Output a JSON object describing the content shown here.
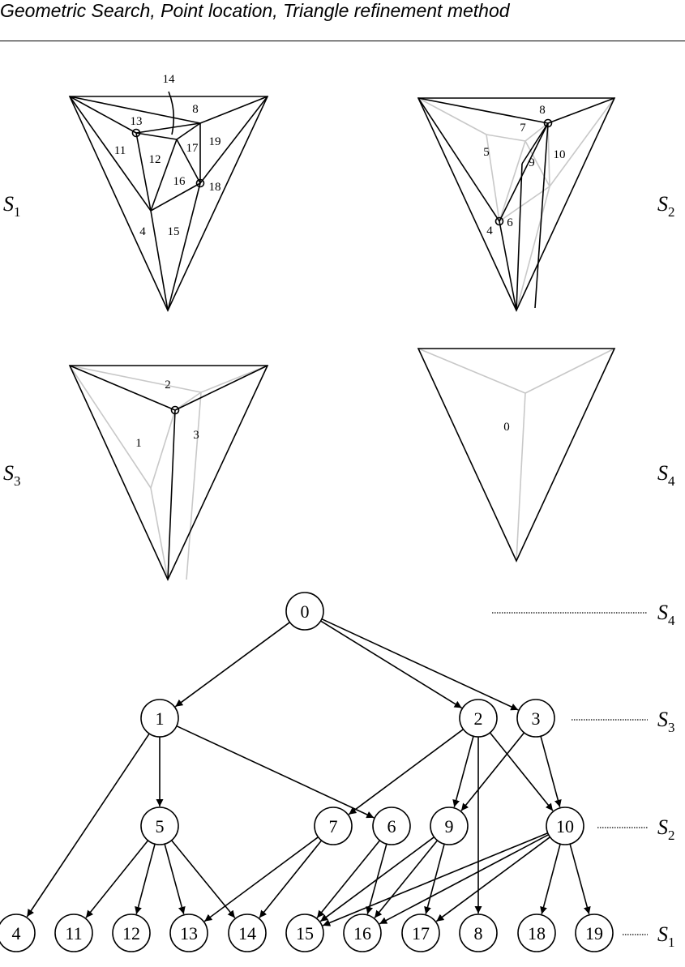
{
  "header": {
    "title": "Geometric Search, Point location, Triangle refinement method"
  },
  "panels": [
    {
      "id": "s1",
      "label_letter": "S",
      "label_sub": "1",
      "region_labels": [
        "14",
        "8",
        "13",
        "11",
        "12",
        "17",
        "19",
        "16",
        "18",
        "4",
        "15"
      ]
    },
    {
      "id": "s2",
      "label_letter": "S",
      "label_sub": "2",
      "region_labels": [
        "8",
        "7",
        "5",
        "9",
        "10",
        "4",
        "6"
      ]
    },
    {
      "id": "s3",
      "label_letter": "S",
      "label_sub": "3",
      "region_labels": [
        "2",
        "1",
        "3"
      ]
    },
    {
      "id": "s4",
      "label_letter": "S",
      "label_sub": "4",
      "region_labels": [
        "0"
      ]
    }
  ],
  "tree": {
    "levels": [
      {
        "letter": "S",
        "sub": "4",
        "nodes": [
          "0"
        ]
      },
      {
        "letter": "S",
        "sub": "3",
        "nodes": [
          "1",
          "2",
          "3"
        ]
      },
      {
        "letter": "S",
        "sub": "2",
        "nodes": [
          "5",
          "7",
          "6",
          "9",
          "10"
        ]
      },
      {
        "letter": "S",
        "sub": "1",
        "nodes": [
          "4",
          "11",
          "12",
          "13",
          "14",
          "15",
          "16",
          "17",
          "8",
          "18",
          "19"
        ]
      }
    ],
    "edges": [
      [
        "0",
        "1"
      ],
      [
        "0",
        "2"
      ],
      [
        "0",
        "3"
      ],
      [
        "1",
        "4"
      ],
      [
        "1",
        "5"
      ],
      [
        "1",
        "6"
      ],
      [
        "2",
        "7"
      ],
      [
        "2",
        "9"
      ],
      [
        "2",
        "8"
      ],
      [
        "2",
        "10"
      ],
      [
        "3",
        "9"
      ],
      [
        "3",
        "10"
      ],
      [
        "5",
        "11"
      ],
      [
        "5",
        "12"
      ],
      [
        "5",
        "13"
      ],
      [
        "5",
        "14"
      ],
      [
        "7",
        "13"
      ],
      [
        "7",
        "14"
      ],
      [
        "6",
        "15"
      ],
      [
        "6",
        "16"
      ],
      [
        "9",
        "15"
      ],
      [
        "9",
        "16"
      ],
      [
        "9",
        "17"
      ],
      [
        "10",
        "15"
      ],
      [
        "10",
        "16"
      ],
      [
        "10",
        "17"
      ],
      [
        "10",
        "18"
      ],
      [
        "10",
        "19"
      ]
    ]
  },
  "colors": {
    "line": "#000000",
    "faded_line": "#c8c8c8"
  }
}
